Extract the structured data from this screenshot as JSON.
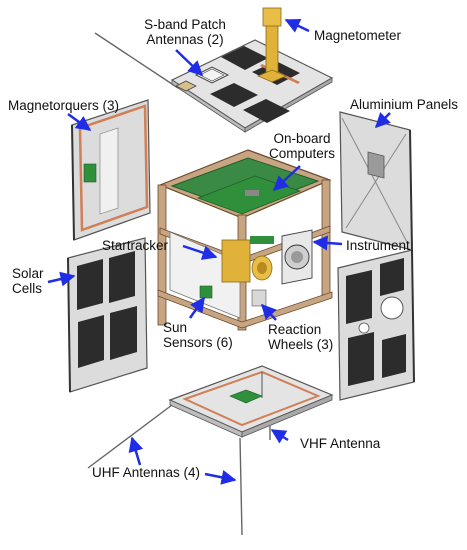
{
  "labels": {
    "sband_line1": "S-band Patch",
    "sband_line2": "Antennas (2)",
    "magnetometer": "Magnetometer",
    "magnetorquers": "Magnetorquers (3)",
    "aluminium_panels": "Aluminium Panels",
    "onboard_line1": "On-board",
    "onboard_line2": "Computers",
    "startracker": "Startracker",
    "instrument": "Instrument",
    "solar_line1": "Solar",
    "solar_line2": "Cells",
    "sun_line1": "Sun",
    "sun_line2": "Sensors (6)",
    "reaction_line1": "Reaction",
    "reaction_line2": "Wheels (3)",
    "vhf_antenna": "VHF Antenna",
    "uhf_antennas": "UHF Antennas (4)"
  },
  "colors": {
    "arrow": "#1f2ee6",
    "panel_fill": "#dcdcdc",
    "panel_edge": "#555555",
    "solar_cell": "#2c2c2c",
    "pcb_green": "#2f8f3a",
    "bronze": "#c8a582",
    "gold": "#e0b23a",
    "frame_orange": "#d07f57"
  }
}
